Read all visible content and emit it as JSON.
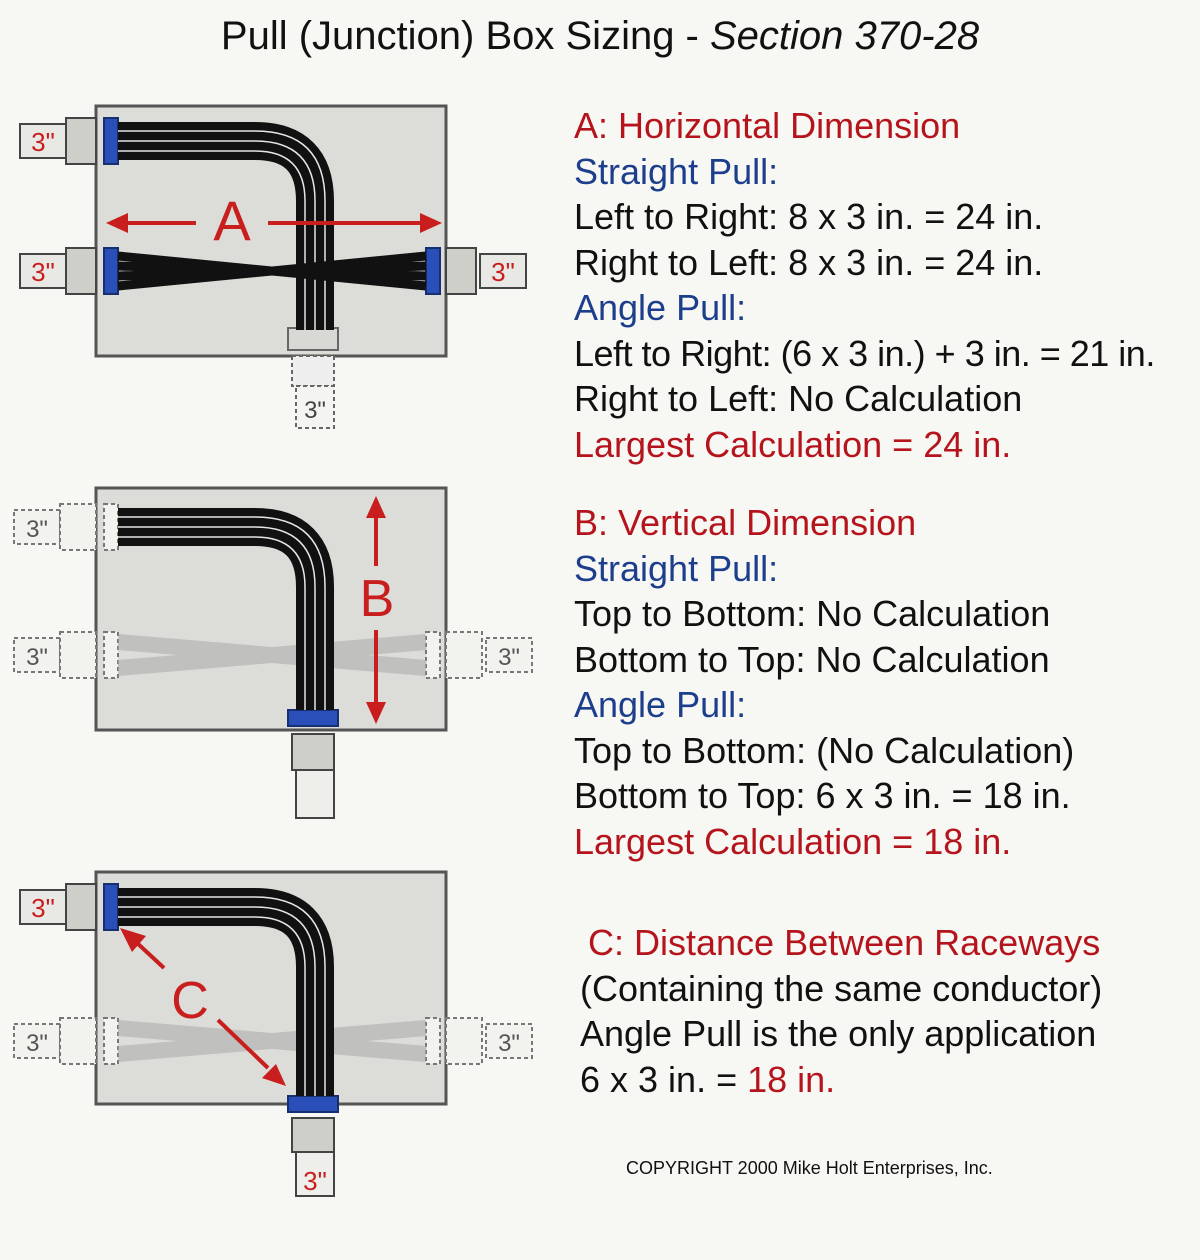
{
  "title": {
    "main": "Pull (Junction) Box Sizing - ",
    "section": "Section 370-28"
  },
  "panels": [
    {
      "letter": "A",
      "heading": "A: Horizontal Dimension",
      "lines": [
        "Straight Pull:",
        "Left to Right: 8 x 3 in. = 24 in.",
        "Right to Left: 8 x 3 in. = 24 in.",
        "Angle Pull:",
        "Left to Right: (6 x 3 in.) + 3 in. = 21 in.",
        "Right to Left: No Calculation",
        "Largest Calculation = 24 in."
      ],
      "conduit_labels": [
        "3\"",
        "3\"",
        "3\"",
        "3\""
      ]
    },
    {
      "letter": "B",
      "heading": "B: Vertical Dimension",
      "lines": [
        "Straight Pull:",
        "Top to Bottom: No Calculation",
        "Bottom to Top: No Calculation",
        "Angle Pull:",
        "Top to Bottom: (No Calculation)",
        "Bottom to Top: 6 x 3 in. = 18 in.",
        "Largest Calculation = 18 in."
      ],
      "conduit_labels": [
        "3\"",
        "3\"",
        "3\""
      ]
    },
    {
      "letter": "C",
      "heading": "C: Distance Between Raceways",
      "lines": [
        "(Containing the same conductor)",
        "Angle Pull is the only application"
      ],
      "result_prefix": "6 x 3 in. = ",
      "result_value": "18 in.",
      "conduit_labels": [
        "3\"",
        "3\"",
        "3\"",
        "3\""
      ]
    }
  ],
  "copyright": "COPYRIGHT 2000  Mike Holt Enterprises, Inc.",
  "colors": {
    "red": "#b5141c",
    "blue": "#1c3e8c",
    "blue_nut": "#2a4fb8",
    "box_fill": "#dcdcd8"
  }
}
